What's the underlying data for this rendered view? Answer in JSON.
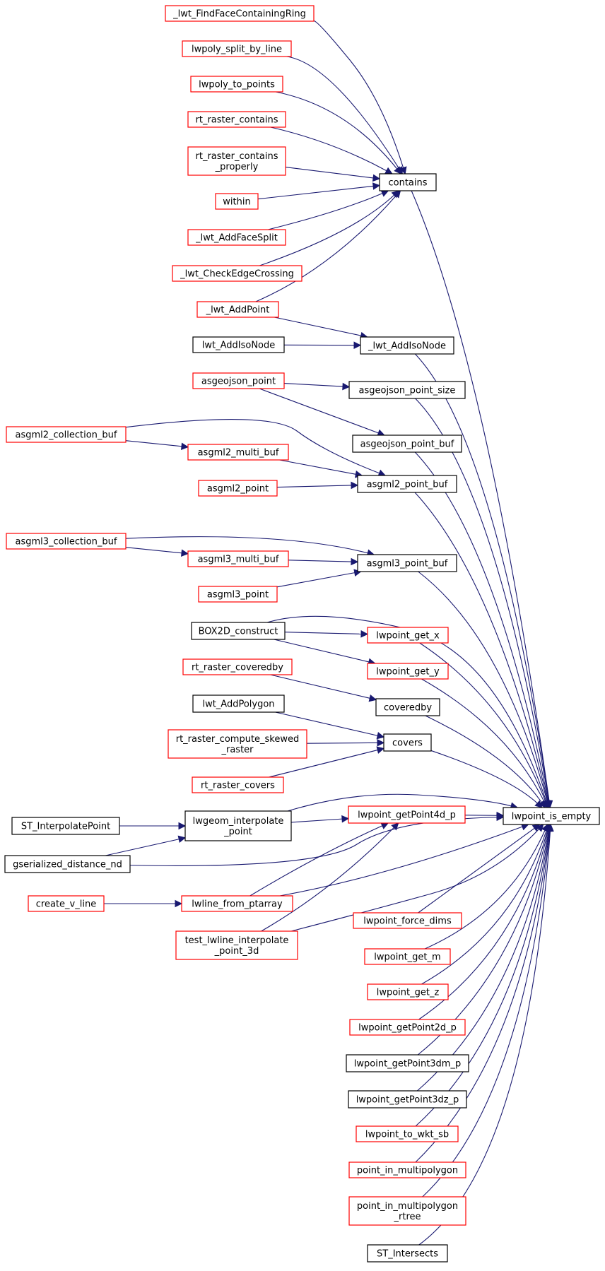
{
  "colors": {
    "edge": "#191970",
    "border_documented": "#000000",
    "border_undocumented": "#ff0000",
    "root_fill": "#bfbfbf"
  },
  "nodes": [
    {
      "id": "n_findface",
      "lines": [
        "_lwt_FindFaceContainingRing"
      ],
      "style": "red"
    },
    {
      "id": "n_lwpoly_split",
      "lines": [
        "lwpoly_split_by_line"
      ],
      "style": "red"
    },
    {
      "id": "n_lwpoly_to_points",
      "lines": [
        "lwpoly_to_points"
      ],
      "style": "red"
    },
    {
      "id": "n_rt_contains",
      "lines": [
        "rt_raster_contains"
      ],
      "style": "red"
    },
    {
      "id": "n_rt_contains_properly",
      "lines": [
        "rt_raster_contains",
        "_properly"
      ],
      "style": "red"
    },
    {
      "id": "n_within",
      "lines": [
        "within"
      ],
      "style": "red"
    },
    {
      "id": "n_addfacesplit",
      "lines": [
        "_lwt_AddFaceSplit"
      ],
      "style": "red"
    },
    {
      "id": "n_checkedge",
      "lines": [
        "_lwt_CheckEdgeCrossing"
      ],
      "style": "red"
    },
    {
      "id": "n_addpoint",
      "lines": [
        "_lwt_AddPoint"
      ],
      "style": "red"
    },
    {
      "id": "n_contains",
      "lines": [
        "contains"
      ],
      "style": "black"
    },
    {
      "id": "n_lwt_addisonode",
      "lines": [
        "lwt_AddIsoNode"
      ],
      "style": "black"
    },
    {
      "id": "n__lwt_addisonode",
      "lines": [
        "_lwt_AddIsoNode"
      ],
      "style": "black"
    },
    {
      "id": "n_asgeojson_point",
      "lines": [
        "asgeojson_point"
      ],
      "style": "red"
    },
    {
      "id": "n_asgeojson_point_size",
      "lines": [
        "asgeojson_point_size"
      ],
      "style": "black"
    },
    {
      "id": "n_asgeojson_point_buf",
      "lines": [
        "asgeojson_point_buf"
      ],
      "style": "black"
    },
    {
      "id": "n_asgml2_collection",
      "lines": [
        "asgml2_collection_buf"
      ],
      "style": "red"
    },
    {
      "id": "n_asgml2_multi",
      "lines": [
        "asgml2_multi_buf"
      ],
      "style": "red"
    },
    {
      "id": "n_asgml2_point",
      "lines": [
        "asgml2_point"
      ],
      "style": "red"
    },
    {
      "id": "n_asgml2_point_buf",
      "lines": [
        "asgml2_point_buf"
      ],
      "style": "black"
    },
    {
      "id": "n_asgml3_collection",
      "lines": [
        "asgml3_collection_buf"
      ],
      "style": "red"
    },
    {
      "id": "n_asgml3_multi",
      "lines": [
        "asgml3_multi_buf"
      ],
      "style": "red"
    },
    {
      "id": "n_asgml3_point",
      "lines": [
        "asgml3_point"
      ],
      "style": "red"
    },
    {
      "id": "n_asgml3_point_buf",
      "lines": [
        "asgml3_point_buf"
      ],
      "style": "black"
    },
    {
      "id": "n_box2d",
      "lines": [
        "BOX2D_construct"
      ],
      "style": "black"
    },
    {
      "id": "n_get_x",
      "lines": [
        "lwpoint_get_x"
      ],
      "style": "red"
    },
    {
      "id": "n_get_y",
      "lines": [
        "lwpoint_get_y"
      ],
      "style": "red"
    },
    {
      "id": "n_rt_coveredby",
      "lines": [
        "rt_raster_coveredby"
      ],
      "style": "red"
    },
    {
      "id": "n_coveredby",
      "lines": [
        "coveredby"
      ],
      "style": "black"
    },
    {
      "id": "n_lwt_addpolygon",
      "lines": [
        "lwt_AddPolygon"
      ],
      "style": "black"
    },
    {
      "id": "n_rt_skewed",
      "lines": [
        "rt_raster_compute_skewed",
        "_raster"
      ],
      "style": "red"
    },
    {
      "id": "n_covers",
      "lines": [
        "covers"
      ],
      "style": "black"
    },
    {
      "id": "n_rt_covers",
      "lines": [
        "rt_raster_covers"
      ],
      "style": "red"
    },
    {
      "id": "n_st_interp",
      "lines": [
        "ST_InterpolatePoint"
      ],
      "style": "black"
    },
    {
      "id": "n_lwgeom_interp",
      "lines": [
        "lwgeom_interpolate",
        "_point"
      ],
      "style": "black"
    },
    {
      "id": "n_getpoint4d",
      "lines": [
        "lwpoint_getPoint4d_p"
      ],
      "style": "red"
    },
    {
      "id": "n_root",
      "lines": [
        "lwpoint_is_empty"
      ],
      "style": "root"
    },
    {
      "id": "n_gser_dist",
      "lines": [
        "gserialized_distance_nd"
      ],
      "style": "black"
    },
    {
      "id": "n_create_v_line",
      "lines": [
        "create_v_line"
      ],
      "style": "red"
    },
    {
      "id": "n_lwline_from",
      "lines": [
        "lwline_from_ptarray"
      ],
      "style": "red"
    },
    {
      "id": "n_test_interp",
      "lines": [
        "test_lwline_interpolate",
        "_point_3d"
      ],
      "style": "red"
    },
    {
      "id": "n_force_dims",
      "lines": [
        "lwpoint_force_dims"
      ],
      "style": "red"
    },
    {
      "id": "n_get_m",
      "lines": [
        "lwpoint_get_m"
      ],
      "style": "red"
    },
    {
      "id": "n_get_z",
      "lines": [
        "lwpoint_get_z"
      ],
      "style": "red"
    },
    {
      "id": "n_getpoint2d",
      "lines": [
        "lwpoint_getPoint2d_p"
      ],
      "style": "red"
    },
    {
      "id": "n_getpoint3dm",
      "lines": [
        "lwpoint_getPoint3dm_p"
      ],
      "style": "black"
    },
    {
      "id": "n_getpoint3dz",
      "lines": [
        "lwpoint_getPoint3dz_p"
      ],
      "style": "black"
    },
    {
      "id": "n_to_wkt",
      "lines": [
        "lwpoint_to_wkt_sb"
      ],
      "style": "red"
    },
    {
      "id": "n_pip",
      "lines": [
        "point_in_multipolygon"
      ],
      "style": "red"
    },
    {
      "id": "n_pip_rtree",
      "lines": [
        "point_in_multipolygon",
        "_rtree"
      ],
      "style": "red"
    },
    {
      "id": "n_st_intersects",
      "lines": [
        "ST_Intersects"
      ],
      "style": "black"
    }
  ]
}
